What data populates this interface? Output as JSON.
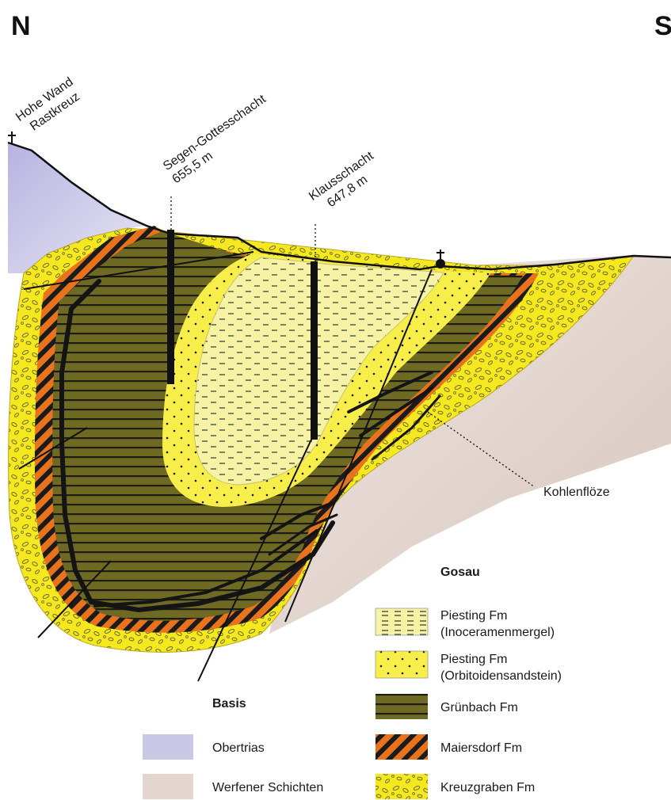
{
  "compass": {
    "north": "N",
    "south": "S"
  },
  "labels": {
    "hohe_wand_line1": "Hohe Wand",
    "hohe_wand_line2": "Rastkreuz",
    "shaft1_name": "Segen-Gottesschacht",
    "shaft1_depth": "655,5 m",
    "shaft2_name": "Klausschacht",
    "shaft2_depth": "647,8 m",
    "coal_seams": "Kohlenflöze"
  },
  "legend": {
    "gosau_title": "Gosau",
    "basis_title": "Basis",
    "gosau_items": [
      {
        "line1": "Piesting Fm",
        "line2": "(Inoceramenmergel)",
        "pattern": "dashes",
        "color": "#f6f3a4"
      },
      {
        "line1": "Piesting Fm",
        "line2": "(Orbitoidensandstein)",
        "pattern": "dots",
        "color": "#f7ee4a"
      },
      {
        "line1": "Grünbach Fm",
        "line2": "",
        "pattern": "horizontal-stripes",
        "color": "#6e6a24"
      },
      {
        "line1": "Maiersdorf Fm",
        "line2": "",
        "pattern": "diagonal-stripes",
        "color": "#e8731c"
      },
      {
        "line1": "Kreuzgraben Fm",
        "line2": "",
        "pattern": "pebbles",
        "color": "#f5e81e"
      }
    ],
    "basis_items": [
      {
        "label": "Obertrias",
        "color": "#c9c8e6"
      },
      {
        "label": "Werfener Schichten",
        "color": "#e3d6cf"
      }
    ]
  }
}
